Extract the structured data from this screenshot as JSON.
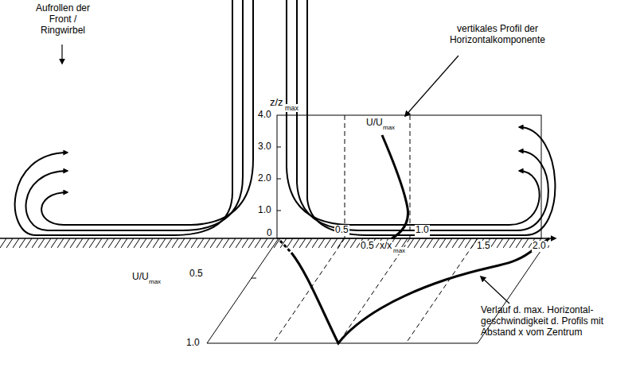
{
  "diagram": {
    "labels": [
      "Aufrollen der Front / Ringwirbel",
      "vertikales Profil der Horizontalkomponente",
      "z/z",
      "max",
      "4.0",
      "3.0",
      "2.0",
      "1.0",
      "0",
      "U/U",
      "max",
      "0.5",
      "1.0",
      "0.5",
      "x/x",
      "max",
      "1.5",
      "2.0",
      "U/U",
      "max",
      "0.5",
      "1.0",
      "Verlauf d. max. Horizontal-geschwindigkeit d. Profils mit Abstand x vom Zentrum"
    ]
  }
}
